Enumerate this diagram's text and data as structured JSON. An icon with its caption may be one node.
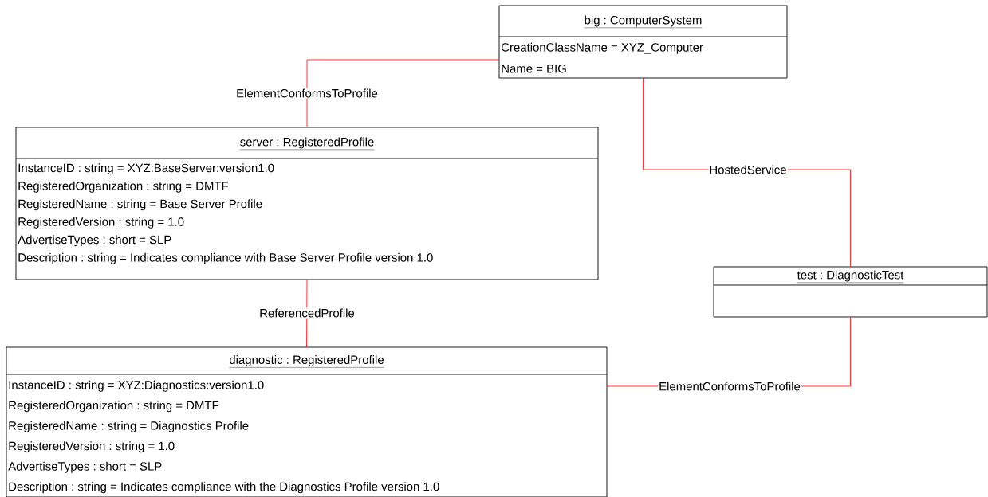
{
  "diagram": {
    "nodes": [
      {
        "text": [
          "big : ComputerSystem",
          "CreationClassName = XYZ_Computer",
          "Name = BIG"
        ]
      },
      {
        "text": [
          "server : RegisteredProfile",
          "InstanceID : string = XYZ:BaseServer:version1.0",
          "RegisteredOrganization : string = DMTF",
          "RegisteredName : string = Base Server Profile",
          "RegisteredVersion : string = 1.0",
          "AdvertiseTypes : short = SLP",
          "Description : string = Indicates compliance with Base Server Profile version 1.0"
        ]
      },
      {
        "text": [
          "test : DiagnosticTest"
        ]
      },
      {
        "text": [
          "diagnostic : RegisteredProfile",
          "InstanceID : string = XYZ:Diagnostics:version1.0",
          "RegisteredOrganization : string = DMTF",
          "RegisteredName : string = Diagnostics Profile",
          "RegisteredVersion : string = 1.0",
          "AdvertiseTypes : short = SLP",
          "Description : string = Indicates compliance with the Diagnostics Profile version 1.0"
        ]
      }
    ],
    "edges": [
      {
        "from": 0,
        "to": 1,
        "arrow": "none",
        "label": "ElementConformsToProfile"
      },
      {
        "from": 0,
        "to": 2,
        "arrow": "none",
        "label": "HostedService"
      },
      {
        "from": 1,
        "to": 3,
        "arrow": "none",
        "label": "ReferencedProfile"
      },
      {
        "from": 2,
        "to": 3,
        "arrow": "none",
        "label": "ElementConformsToProfile"
      }
    ]
  }
}
